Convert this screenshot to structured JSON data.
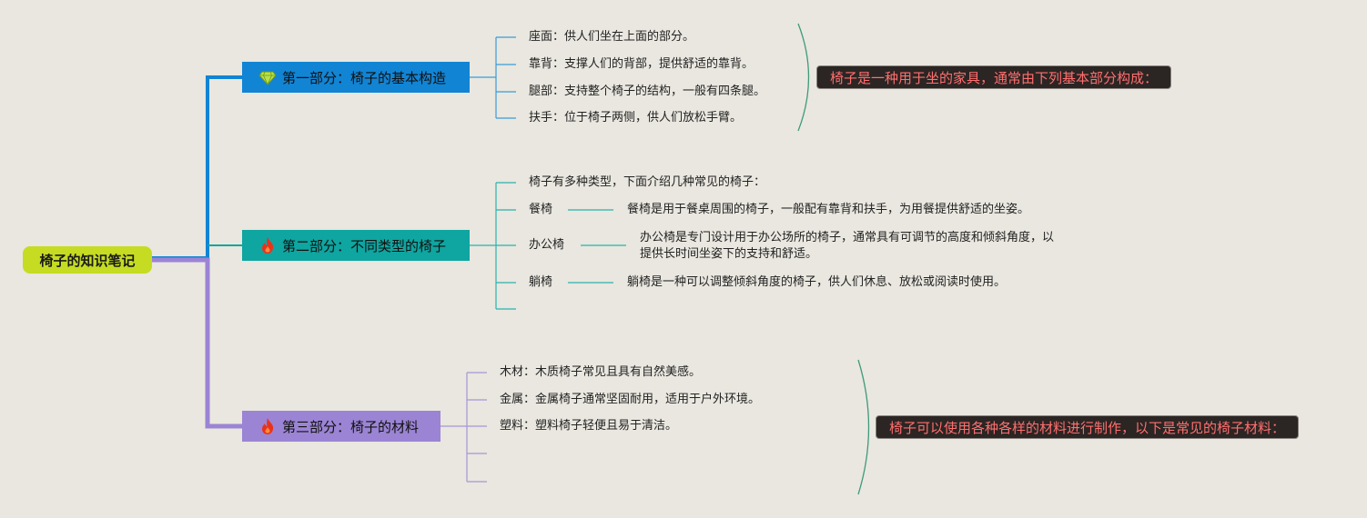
{
  "root": {
    "label": "椅子的知识笔记"
  },
  "branches": [
    {
      "label": "第一部分：椅子的基本构造",
      "icon": "diamond-icon",
      "color": "#1284d4",
      "items": [
        "座面：供人们坐在上面的部分。",
        "靠背：支撑人们的背部，提供舒适的靠背。",
        "腿部：支持整个椅子的结构，一般有四条腿。",
        "扶手：位于椅子两侧，供人们放松手臂。"
      ],
      "summary": "椅子是一种用于坐的家具，通常由下列基本部分构成："
    },
    {
      "label": "第二部分：不同类型的椅子",
      "icon": "fire-icon",
      "color": "#0fa5a0",
      "intro": "椅子有多种类型，下面介绍几种常见的椅子：",
      "types": [
        {
          "name": "餐椅",
          "desc": "餐椅是用于餐桌周围的椅子，一般配有靠背和扶手，为用餐提供舒适的坐姿。"
        },
        {
          "name": "办公椅",
          "desc": "办公椅是专门设计用于办公场所的椅子，通常具有可调节的高度和倾斜角度，以",
          "desc2": "提供长时间坐姿下的支持和舒适。"
        },
        {
          "name": "躺椅",
          "desc": "躺椅是一种可以调整倾斜角度的椅子，供人们休息、放松或阅读时使用。"
        }
      ]
    },
    {
      "label": "第三部分：椅子的材料",
      "icon": "fire-icon",
      "color": "#9b84d4",
      "items": [
        "木材：木质椅子常见且具有自然美感。",
        "金属：金属椅子通常坚固耐用，适用于户外环境。",
        "塑料：塑料椅子轻便且易于清洁。"
      ],
      "summary": "椅子可以使用各种各样的材料进行制作，以下是常见的椅子材料："
    }
  ],
  "colors": {
    "root": "#c5dc22",
    "background": "#e9e7df",
    "note_text": "#ff6f6f",
    "note_bg": "#2b2523",
    "bracket": "#3f9a7c"
  }
}
